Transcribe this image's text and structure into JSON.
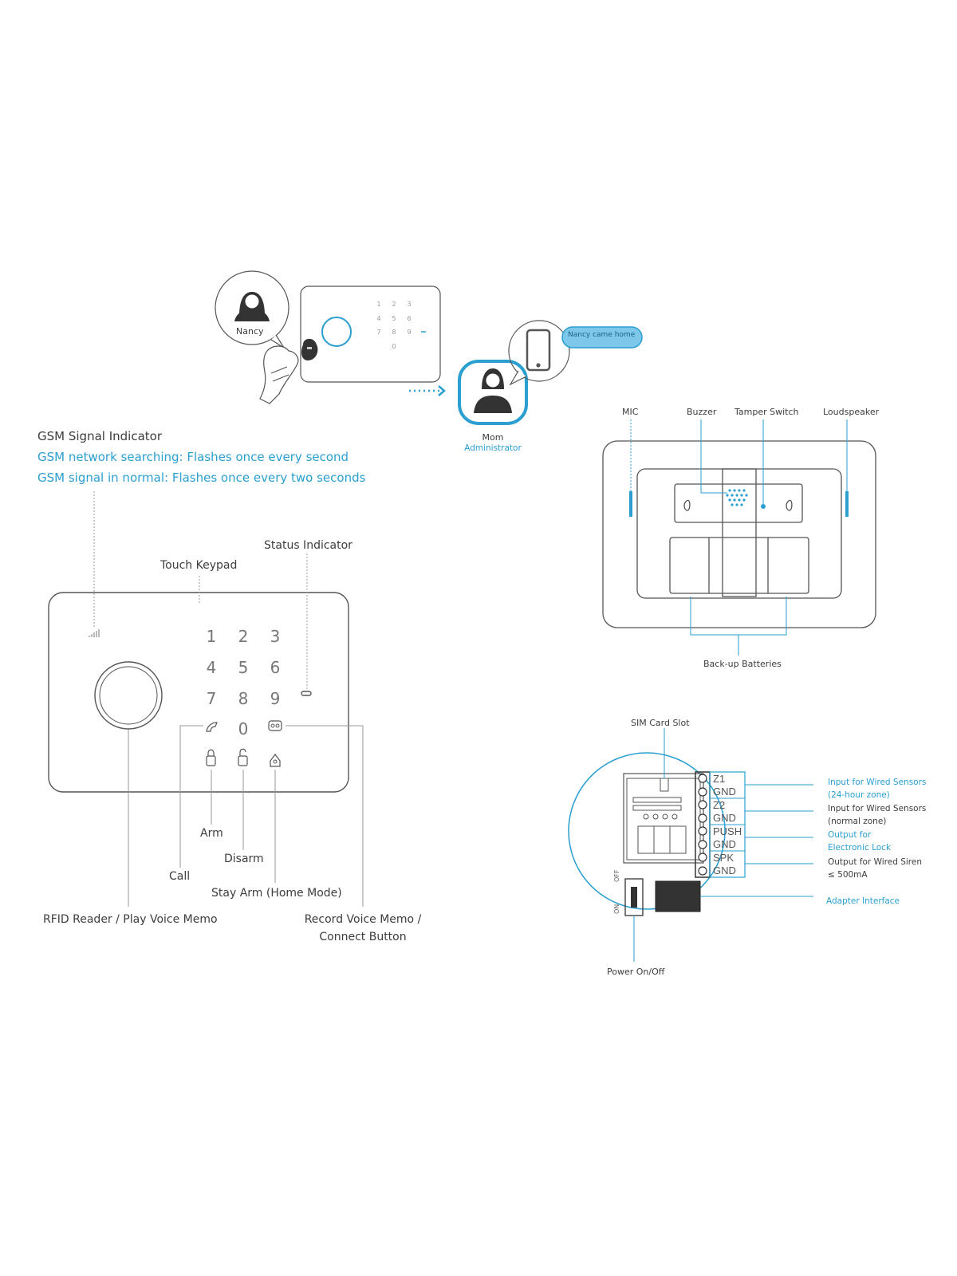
{
  "scene": {
    "user_name": "Nancy",
    "notification": "Nancy came home",
    "admin_name": "Mom",
    "admin_role": "Administrator"
  },
  "gsm": {
    "title": "GSM Signal Indicator",
    "line1": "GSM network searching: Flashes once every second",
    "line2": "GSM signal in normal: Flashes once every two seconds"
  },
  "front_labels": {
    "status_indicator": "Status Indicator",
    "touch_keypad": "Touch Keypad",
    "arm": "Arm",
    "disarm": "Disarm",
    "call": "Call",
    "stay_arm": "Stay Arm (Home Mode)",
    "rfid": "RFID Reader / Play Voice Memo",
    "record_line1": "Record Voice Memo /",
    "record_line2": "Connect Button"
  },
  "keypad_keys": [
    "1",
    "2",
    "3",
    "4",
    "5",
    "6",
    "7",
    "8",
    "9",
    "0"
  ],
  "back_labels": {
    "mic": "MIC",
    "buzzer": "Buzzer",
    "tamper": "Tamper Switch",
    "loudspeaker": "Loudspeaker",
    "batteries": "Back-up Batteries"
  },
  "board": {
    "sim_slot": "SIM Card Slot",
    "power": "Power On/Off",
    "switch_off": "OFF",
    "switch_on": "ON",
    "terminals": [
      "Z1",
      "GND",
      "Z2",
      "GND",
      "PUSH",
      "GND",
      "SPK",
      "GND"
    ],
    "outputs": [
      {
        "line1": "Input for Wired Sensors",
        "line2": "(24-hour zone)",
        "color": "#2a9fd0"
      },
      {
        "line1": "Input for Wired Sensors",
        "line2": "(normal zone)",
        "color": "#3d3d3d"
      },
      {
        "line1": "Output for",
        "line2": "Electronic Lock",
        "color": "#2a9fd0"
      },
      {
        "line1": "Output for Wired Siren",
        "line2": "≤ 500mA",
        "color": "#3d3d3d"
      }
    ],
    "adapter": "Adapter Interface"
  },
  "colors": {
    "accent": "#2a9fd0",
    "line": "#555555",
    "text": "#3d3d3d"
  }
}
